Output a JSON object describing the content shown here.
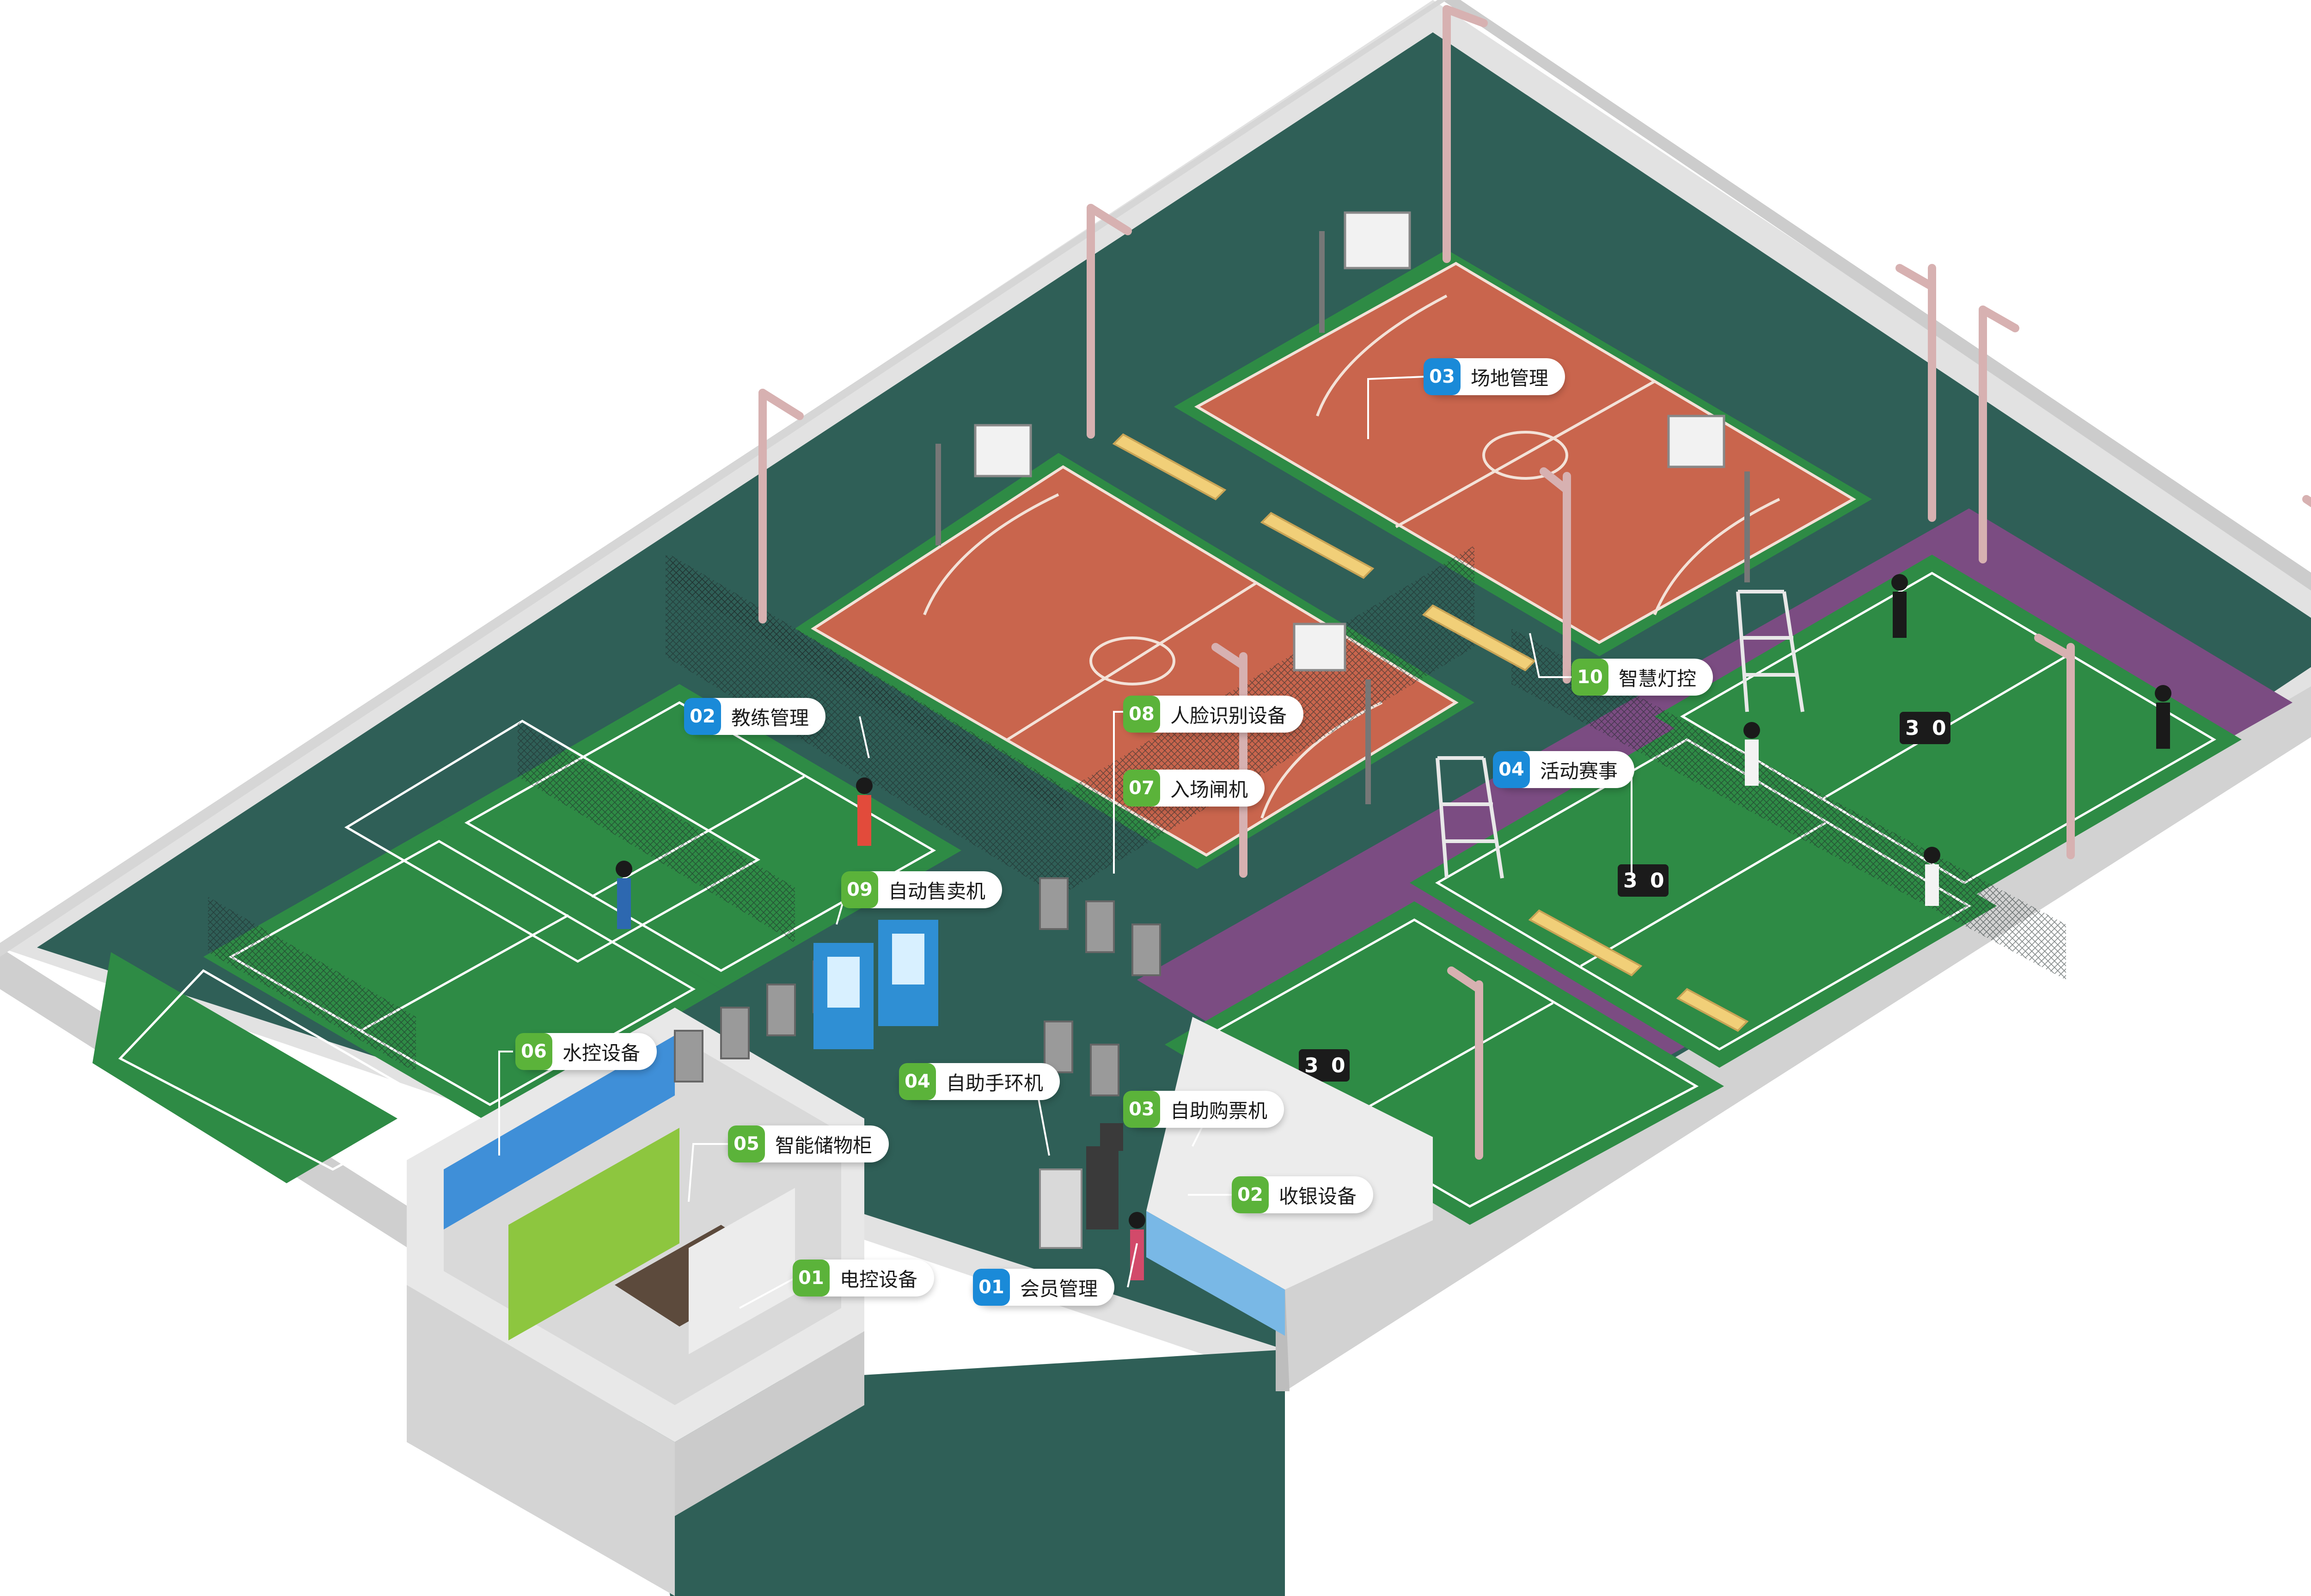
{
  "colors": {
    "blue_badge": "#1a8ad8",
    "green_badge": "#5bb33a",
    "floor": "#2f5f57",
    "court_green": "#2e8b45",
    "court_red": "#c9654d",
    "purple_zone": "#7b4c82",
    "wall": "#d9d9d9"
  },
  "labels": [
    {
      "key": "coach_management",
      "number": "02",
      "text": "教练管理",
      "style": "blue"
    },
    {
      "key": "venue_management",
      "number": "03",
      "text": "场地管理",
      "style": "blue"
    },
    {
      "key": "face_recognition",
      "number": "08",
      "text": "人脸识别设备",
      "style": "green"
    },
    {
      "key": "entry_gate",
      "number": "07",
      "text": "入场闸机",
      "style": "green"
    },
    {
      "key": "smart_lighting",
      "number": "10",
      "text": "智慧灯控",
      "style": "green"
    },
    {
      "key": "events",
      "number": "04",
      "text": "活动赛事",
      "style": "blue"
    },
    {
      "key": "vending_machine",
      "number": "09",
      "text": "自动售卖机",
      "style": "green"
    },
    {
      "key": "water_control",
      "number": "06",
      "text": "水控设备",
      "style": "green"
    },
    {
      "key": "wristband_machine",
      "number": "04",
      "text": "自助手环机",
      "style": "green"
    },
    {
      "key": "ticket_machine",
      "number": "03",
      "text": "自助购票机",
      "style": "green"
    },
    {
      "key": "smart_locker",
      "number": "05",
      "text": "智能储物柜",
      "style": "green"
    },
    {
      "key": "cashier",
      "number": "02",
      "text": "收银设备",
      "style": "green"
    },
    {
      "key": "electric_control",
      "number": "01",
      "text": "电控设备",
      "style": "green"
    },
    {
      "key": "member_management",
      "number": "01",
      "text": "会员管理",
      "style": "blue"
    }
  ],
  "scoreboards": [
    {
      "key": "scoreboard_center",
      "left": "3",
      "right": "0"
    },
    {
      "key": "scoreboard_right",
      "left": "3",
      "right": "0"
    },
    {
      "key": "scoreboard_shop",
      "left": "3",
      "right": "0"
    }
  ]
}
